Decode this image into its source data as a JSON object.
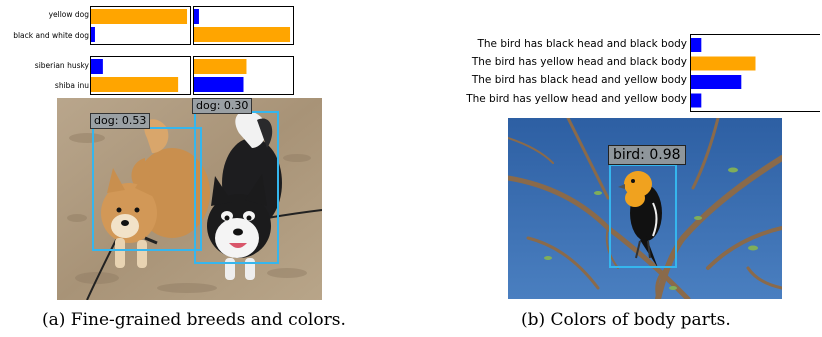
{
  "panel_a": {
    "chart_data": [
      {
        "type": "bar",
        "categories": [
          "yellow dog",
          "black and white dog"
        ],
        "series": [
          {
            "values": [
              0.97,
              0.04
            ]
          },
          {
            "values": [
              0.05,
              0.97
            ]
          }
        ],
        "xlim": [
          0,
          1
        ]
      },
      {
        "type": "bar",
        "categories": [
          "siberian husky",
          "shiba inu"
        ],
        "series": [
          {
            "values": [
              0.12,
              0.88
            ]
          },
          {
            "values": [
              0.53,
              0.5
            ]
          }
        ],
        "xlim": [
          0,
          1
        ]
      }
    ],
    "detections": [
      {
        "label": "dog: 0.53"
      },
      {
        "label": "dog: 0.30"
      }
    ],
    "caption": "(a) Fine-grained breeds and colors."
  },
  "panel_b": {
    "chart_data": {
      "type": "bar",
      "categories": [
        "The bird has black head and black body",
        "The bird has yellow head and black body",
        "The bird has black head and yellow body",
        "The bird has yellow head and yellow body"
      ],
      "values": [
        0.08,
        0.5,
        0.39,
        0.08
      ],
      "highlight_index": 1,
      "xlim": [
        0,
        1
      ]
    },
    "detections": [
      {
        "label": "bird: 0.98"
      }
    ],
    "caption": "(b) Colors of body parts."
  },
  "colors": {
    "orange": "#ffa500",
    "blue": "#0000ff",
    "box": "#35b6ee"
  }
}
